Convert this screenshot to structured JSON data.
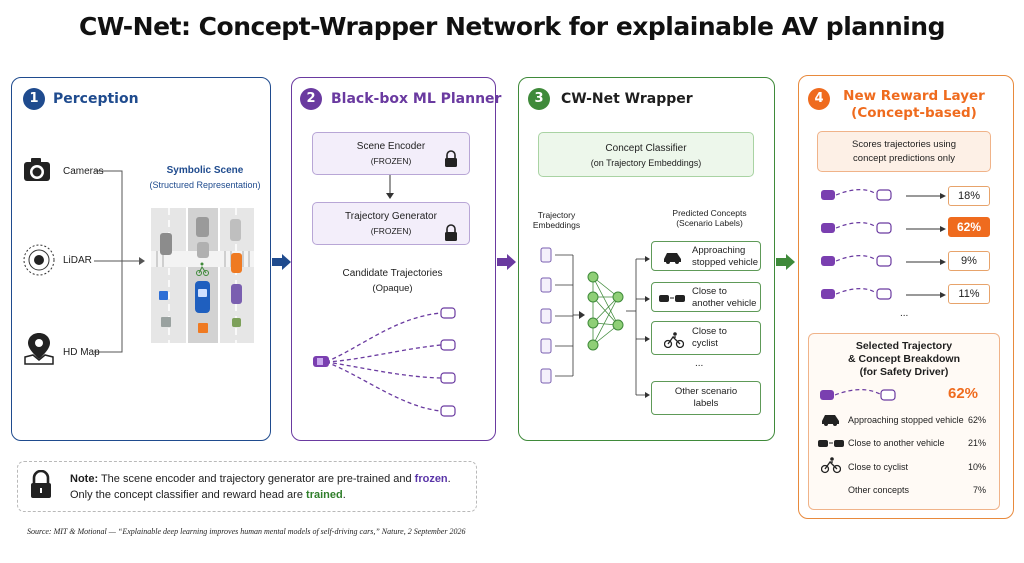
{
  "title": "CW-Net: Concept-Wrapper Network for explainable AV planning",
  "colors": {
    "blue": "#1f4b8e",
    "purple": "#6a3aa0",
    "green": "#3f8a3a",
    "orange": "#ef6b1e"
  },
  "panel1": {
    "number": "1",
    "title": "Perception",
    "sensors": [
      {
        "icon": "camera-icon",
        "label": "Cameras"
      },
      {
        "icon": "lidar-icon",
        "label": "LiDAR"
      },
      {
        "icon": "map-pin-icon",
        "label": "HD Map"
      }
    ],
    "scene_title": "Symbolic Scene",
    "scene_subtitle": "(Structured Representation)"
  },
  "panel2": {
    "number": "2",
    "title": "Black-box ML Planner",
    "encoder": {
      "label": "Scene Encoder",
      "status": "(FROZEN)"
    },
    "generator": {
      "label": "Trajectory Generator",
      "status": "(FROZEN)"
    },
    "candidates_title": "Candidate Trajectories",
    "candidates_subtitle": "(Opaque)"
  },
  "panel3": {
    "number": "3",
    "title": "CW-Net Wrapper",
    "classifier": {
      "label": "Concept Classifier",
      "sublabel": "(on Trajectory Embeddings)"
    },
    "embeddings_label_1": "Trajectory",
    "embeddings_label_2": "Embeddings",
    "predicted_title": "Predicted Concepts",
    "predicted_subtitle": "(Scenario Labels)",
    "concepts": [
      {
        "icon": "car-icon",
        "line1": "Approaching",
        "line2": "stopped vehicle"
      },
      {
        "icon": "two-cars-icon",
        "line1": "Close to",
        "line2": "another vehicle"
      },
      {
        "icon": "cyclist-icon",
        "line1": "Close to",
        "line2": "cyclist"
      }
    ],
    "ellipsis": "...",
    "other": {
      "line1": "Other scenario",
      "line2": "labels"
    }
  },
  "panel4": {
    "number": "4",
    "title_1": "New Reward Layer",
    "title_2": "(Concept-based)",
    "info_1": "Scores trajectories using",
    "info_2": "concept predictions only",
    "scores": [
      "18%",
      "62%",
      "9%",
      "11%"
    ],
    "ellipsis": "...",
    "selected_1": "Selected Trajectory",
    "selected_2": "& Concept Breakdown",
    "selected_3": "(for Safety Driver)",
    "selected_score": "62%",
    "breakdown": [
      {
        "icon": "car-icon",
        "label": "Approaching stopped vehicle",
        "value": "62%"
      },
      {
        "icon": "two-cars-icon",
        "label": "Close to another vehicle",
        "value": "21%"
      },
      {
        "icon": "cyclist-icon",
        "label": "Close to cyclist",
        "value": "10%"
      },
      {
        "icon": "",
        "label": "Other concepts",
        "value": "7%"
      }
    ]
  },
  "note": {
    "prefix": "Note:",
    "text_1": " The scene encoder and trajectory generator are pre-trained and ",
    "frozen": "frozen",
    "text_2": ".",
    "text_3": "Only the concept classifier and reward head are ",
    "trained": "trained",
    "text_4": "."
  },
  "source": "Source: MIT & Motional — “Explainable deep learning improves human mental models of self-driving cars,” Nature, 2 September 2026"
}
